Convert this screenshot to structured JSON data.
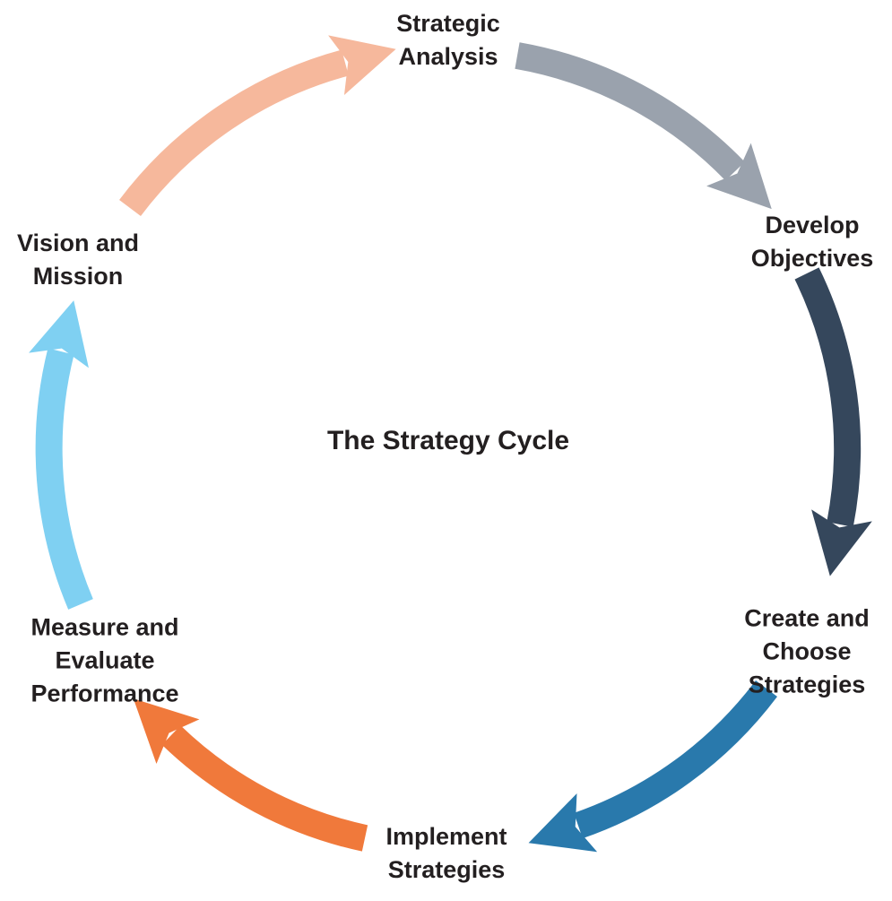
{
  "title": "The Strategy Cycle",
  "colors": {
    "text": "#231f20",
    "background": "#ffffff"
  },
  "stages": [
    {
      "id": "vision-mission",
      "lines": [
        "Vision and",
        "Mission"
      ]
    },
    {
      "id": "strategic-analysis",
      "lines": [
        "Strategic",
        "Analysis"
      ]
    },
    {
      "id": "develop-objectives",
      "lines": [
        "Develop",
        "Objectives"
      ]
    },
    {
      "id": "create-and-choose-strategies",
      "lines": [
        "Create and",
        "Choose",
        "Strategies"
      ]
    },
    {
      "id": "implement-strategies",
      "lines": [
        "Implement",
        "Strategies"
      ]
    },
    {
      "id": "measure-and-evaluate-performance",
      "lines": [
        "Measure and",
        "Evaluate",
        "Performance"
      ]
    }
  ],
  "arrows": [
    {
      "from": "vision-mission",
      "to": "strategic-analysis",
      "color": "#f6b89c"
    },
    {
      "from": "strategic-analysis",
      "to": "develop-objectives",
      "color": "#9aa2ad"
    },
    {
      "from": "develop-objectives",
      "to": "create-and-choose-strategies",
      "color": "#35475c"
    },
    {
      "from": "create-and-choose-strategies",
      "to": "implement-strategies",
      "color": "#2979ac"
    },
    {
      "from": "implement-strategies",
      "to": "measure-and-evaluate-performance",
      "color": "#f0793b"
    },
    {
      "from": "measure-and-evaluate-performance",
      "to": "vision-mission",
      "color": "#7fd0f2"
    }
  ]
}
